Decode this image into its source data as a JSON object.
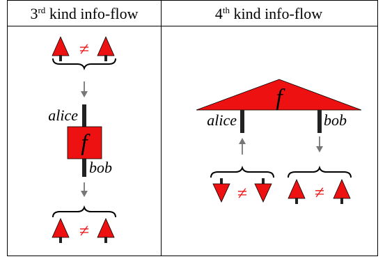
{
  "table": {
    "col1": {
      "header_prefix": "3",
      "header_sup": "rd",
      "header_suffix": " kind info-flow"
    },
    "col2": {
      "header_prefix": "4",
      "header_sup": "th",
      "header_suffix": " kind info-flow"
    }
  },
  "labels": {
    "function": "f",
    "alice": "alice",
    "bob": "bob",
    "neq": "≠"
  },
  "colors": {
    "red": "#ee1111",
    "dark": "#222222",
    "arrow": "#777777"
  }
}
